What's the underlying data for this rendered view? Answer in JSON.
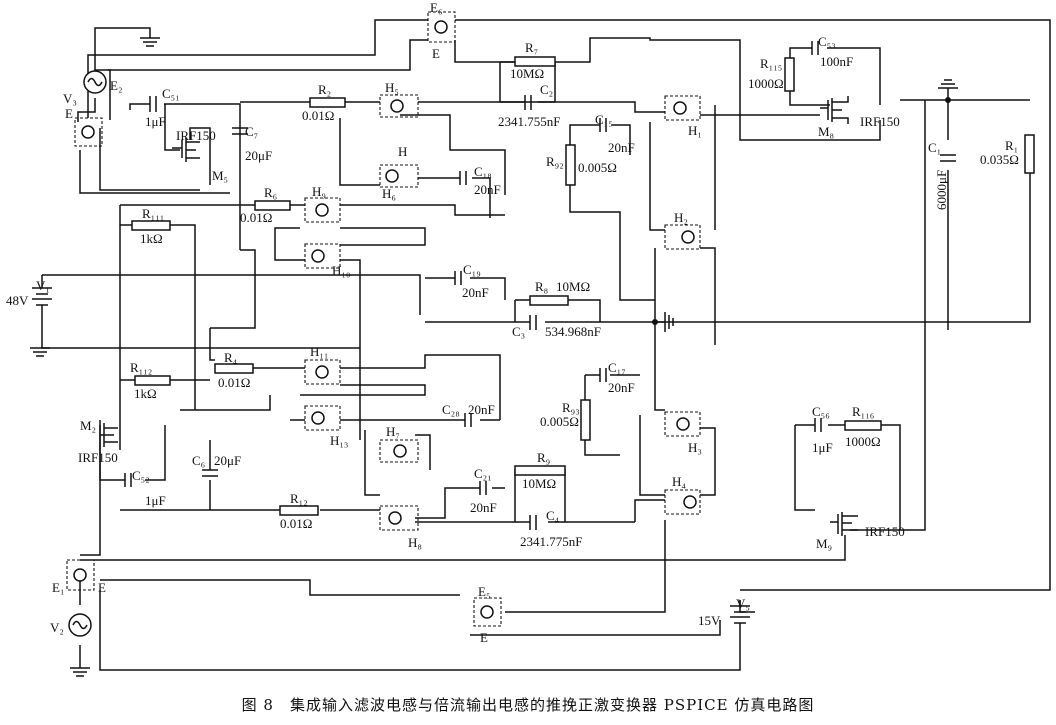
{
  "caption": "图 8　集成输入滤波电感与倍流输出电感的推挽正激变换器 PSPICE 仿真电路图",
  "labels": {
    "E6": "E₆",
    "E6b": "E",
    "E2": "E₂",
    "E1": "E₁",
    "E1b": "E",
    "E5": "E₅",
    "E5b": "E",
    "E3b": "E",
    "V1": "V₁",
    "V1val": "48V",
    "V2": "V₂",
    "V3": "V₃",
    "V5": "V₅",
    "V5val": "15V",
    "C51": "C₅₁",
    "C51val": "1μF",
    "C7": "C₇",
    "C7val": "20μF",
    "M5": "M₅",
    "M5type": "IRF150",
    "R2": "R₂",
    "R2val": "0.01Ω",
    "R6": "R₆",
    "R6val": "0.01Ω",
    "R111": "R₁₁₁",
    "R111val": "1kΩ",
    "H5": "H₅",
    "H6": "H₆",
    "H9": "H₉",
    "H10": "H₁₀",
    "R7": "R₇",
    "R7val": "10MΩ",
    "C2": "C₂",
    "C2val": "2341.755nF",
    "C18": "C₁₈",
    "C18val": "20nF",
    "C19": "C₁₉",
    "C19val": "20nF",
    "C15": "C₁₅",
    "C15val": "20nF",
    "R92": "R₉₂",
    "R92val": "0.005Ω",
    "R8": "R₈",
    "R8val": "10MΩ",
    "C3": "C₃",
    "C3val": "534.968nF",
    "R115": "R₁₁₅",
    "R115val": "1000Ω",
    "C53": "C₅₃",
    "C53val": "100nF",
    "M8": "M₈",
    "M8type": "IRF150",
    "C1": "C₁",
    "C1val": "6000μF",
    "R1": "R₁",
    "R1val": "0.035Ω",
    "H1": "H₁",
    "H2": "H₂",
    "H3": "H₃",
    "H4": "H₄",
    "R4": "R₄",
    "R4val": "0.01Ω",
    "H11": "H₁₁",
    "H13": "H₁₃",
    "R112": "R₁₁₂",
    "R112val": "1kΩ",
    "M2": "M₂",
    "M2type": "IRF150",
    "C52": "C₅₂",
    "C52val": "1μF",
    "C6": "C₆",
    "C6val": "20μF",
    "C28": "C₂₈",
    "C28val": "20nF",
    "H7": "H₇",
    "H8": "H₈",
    "C21": "C₂₁",
    "C21val": "20nF",
    "R12": "R₁₂",
    "R12val": "0.01Ω",
    "R9": "R₉",
    "R9val": "10MΩ",
    "C4": "C₄",
    "C4val": "2341.775nF",
    "C17": "C₁₇",
    "C17val": "20nF",
    "R93": "R₉₃",
    "R93val": "0.005Ω",
    "C56": "C₅₆",
    "C56val": "1μF",
    "R116": "R₁₁₆",
    "R116val": "1000Ω",
    "M9": "M₉",
    "M9type": "IRF150",
    "H": "H"
  }
}
